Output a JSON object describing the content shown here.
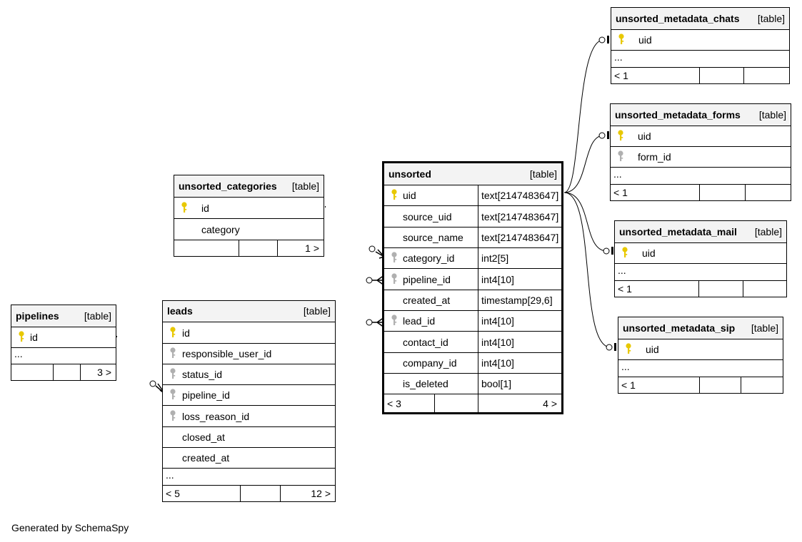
{
  "credit": "Generated by SchemaSpy",
  "type_label": "[table]",
  "tables": {
    "unsorted_categories": {
      "name": "unsorted_categories",
      "columns": [
        {
          "name": "id"
        },
        {
          "name": "category"
        }
      ],
      "footer": {
        "left": "",
        "right": "1 >"
      }
    },
    "pipelines": {
      "name": "pipelines",
      "columns": [
        {
          "name": "id"
        }
      ],
      "ellipsis": "...",
      "footer": {
        "left": "",
        "right": "3 >"
      }
    },
    "leads": {
      "name": "leads",
      "columns": [
        {
          "name": "id"
        },
        {
          "name": "responsible_user_id"
        },
        {
          "name": "status_id"
        },
        {
          "name": "pipeline_id"
        },
        {
          "name": "loss_reason_id"
        },
        {
          "name": "closed_at"
        },
        {
          "name": "created_at"
        }
      ],
      "ellipsis": "...",
      "footer": {
        "left": "< 5",
        "right": "12 >"
      }
    },
    "unsorted": {
      "name": "unsorted",
      "columns": [
        {
          "name": "uid",
          "type": "text[2147483647]"
        },
        {
          "name": "source_uid",
          "type": "text[2147483647]"
        },
        {
          "name": "source_name",
          "type": "text[2147483647]"
        },
        {
          "name": "category_id",
          "type": "int2[5]"
        },
        {
          "name": "pipeline_id",
          "type": "int4[10]"
        },
        {
          "name": "created_at",
          "type": "timestamp[29,6]"
        },
        {
          "name": "lead_id",
          "type": "int4[10]"
        },
        {
          "name": "contact_id",
          "type": "int4[10]"
        },
        {
          "name": "company_id",
          "type": "int4[10]"
        },
        {
          "name": "is_deleted",
          "type": "bool[1]"
        }
      ],
      "footer": {
        "left": "< 3",
        "right": "4 >"
      }
    },
    "unsorted_metadata_chats": {
      "name": "unsorted_metadata_chats",
      "columns": [
        {
          "name": "uid"
        }
      ],
      "ellipsis": "...",
      "footer": {
        "left": "< 1",
        "right": ""
      }
    },
    "unsorted_metadata_forms": {
      "name": "unsorted_metadata_forms",
      "columns": [
        {
          "name": "uid"
        },
        {
          "name": "form_id"
        }
      ],
      "ellipsis": "...",
      "footer": {
        "left": "< 1",
        "right": ""
      }
    },
    "unsorted_metadata_mail": {
      "name": "unsorted_metadata_mail",
      "columns": [
        {
          "name": "uid"
        }
      ],
      "ellipsis": "...",
      "footer": {
        "left": "< 1",
        "right": ""
      }
    },
    "unsorted_metadata_sip": {
      "name": "unsorted_metadata_sip",
      "columns": [
        {
          "name": "uid"
        }
      ],
      "ellipsis": "...",
      "footer": {
        "left": "< 1",
        "right": ""
      }
    }
  },
  "colors": {
    "primary_key": "#e8c800",
    "foreign_key": "#aaaaaa",
    "header_bg": "#f3f3f3",
    "line": "#000000"
  }
}
